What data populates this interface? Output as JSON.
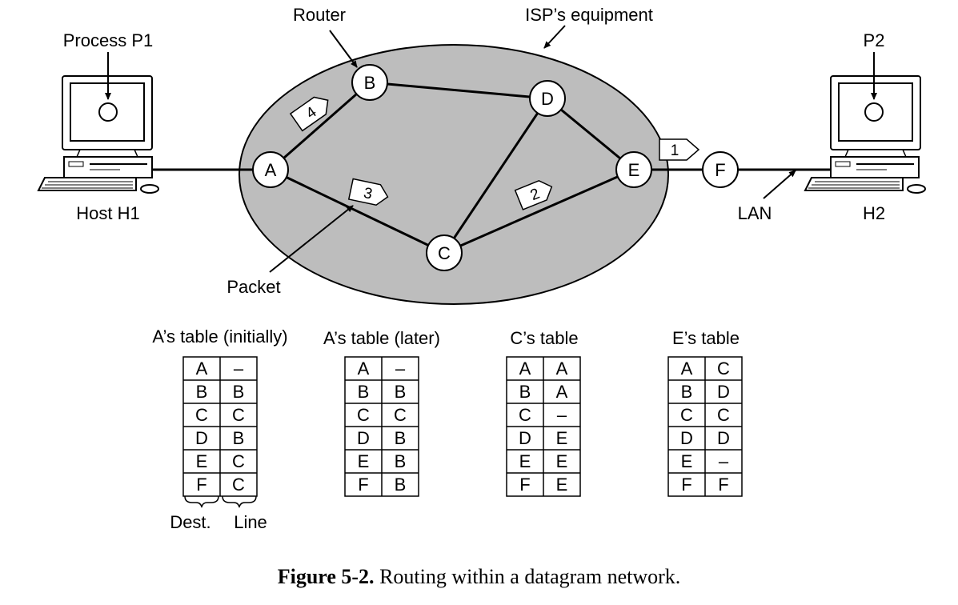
{
  "labels": {
    "process_p1": "Process P1",
    "router": "Router",
    "isp_equipment": "ISP’s equipment",
    "p2": "P2",
    "host_h1": "Host H1",
    "lan": "LAN",
    "h2": "H2",
    "packet": "Packet"
  },
  "routers": {
    "A": "A",
    "B": "B",
    "C": "C",
    "D": "D",
    "E": "E",
    "F": "F"
  },
  "packets": [
    "1",
    "2",
    "3",
    "4"
  ],
  "tables": [
    {
      "title": "A’s table (initially)",
      "rows": [
        [
          "A",
          "–"
        ],
        [
          "B",
          "B"
        ],
        [
          "C",
          "C"
        ],
        [
          "D",
          "B"
        ],
        [
          "E",
          "C"
        ],
        [
          "F",
          "C"
        ]
      ]
    },
    {
      "title": "A’s table (later)",
      "rows": [
        [
          "A",
          "–"
        ],
        [
          "B",
          "B"
        ],
        [
          "C",
          "C"
        ],
        [
          "D",
          "B"
        ],
        [
          "E",
          "B"
        ],
        [
          "F",
          "B"
        ]
      ]
    },
    {
      "title": "C’s table",
      "rows": [
        [
          "A",
          "A"
        ],
        [
          "B",
          "A"
        ],
        [
          "C",
          "–"
        ],
        [
          "D",
          "E"
        ],
        [
          "E",
          "E"
        ],
        [
          "F",
          "E"
        ]
      ]
    },
    {
      "title": "E’s table",
      "rows": [
        [
          "A",
          "C"
        ],
        [
          "B",
          "D"
        ],
        [
          "C",
          "C"
        ],
        [
          "D",
          "D"
        ],
        [
          "E",
          "–"
        ],
        [
          "F",
          "F"
        ]
      ]
    }
  ],
  "column_labels": {
    "dest": "Dest.",
    "line": "Line"
  },
  "caption": {
    "number": "Figure 5-2.",
    "text": "Routing within a datagram network."
  }
}
